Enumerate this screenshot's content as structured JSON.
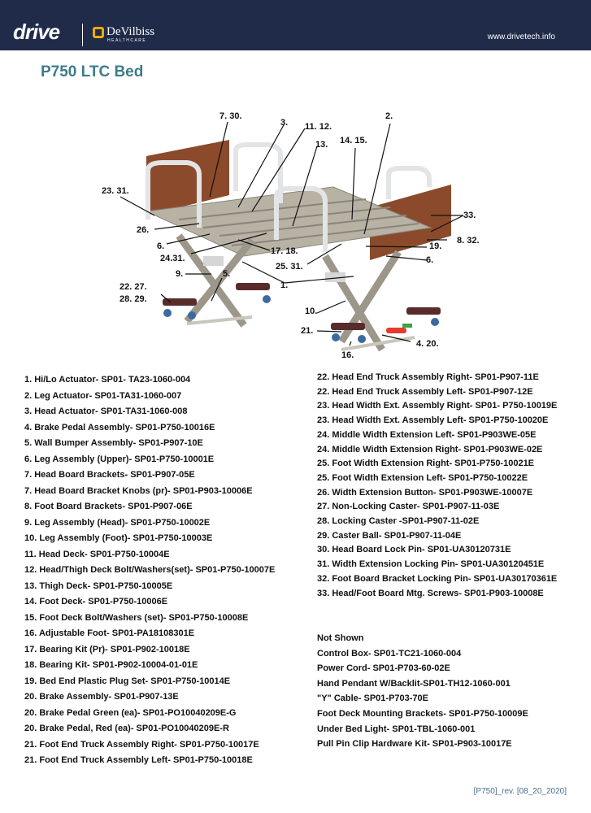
{
  "header": {
    "brand": "drive",
    "partner": "DeVilbiss",
    "partner_sub": "HEALTHCARE",
    "url": "www.drivetech.info"
  },
  "title": "P750 LTC Bed",
  "callouts": [
    "7. 30.",
    "3.",
    "11. 12.",
    "13.",
    "14. 15.",
    "2.",
    "23. 31.",
    "33.",
    "8. 32.",
    "26.",
    "19.",
    "6.",
    "17. 18.",
    "6.",
    "24.31.",
    "25. 31.",
    "9.",
    "5.",
    "1.",
    "22. 27.",
    "28. 29.",
    "10.",
    "21.",
    "4. 20.",
    "16."
  ],
  "parts_left": [
    "1. Hi/Lo Actuator- SP01- TA23-1060-004",
    "2. Leg Actuator- SP01-TA31-1060-007",
    "3. Head Actuator- SP01-TA31-1060-008",
    "4. Brake Pedal Assembly- SP01-P750-10016E",
    "5. Wall Bumper Assembly- SP01-P907-10E",
    "6. Leg Assembly (Upper)- SP01-P750-10001E",
    "7. Head Board Brackets- SP01-P907-05E",
    "7. Head Board Bracket Knobs (pr)- SP01-P903-10006E",
    "8. Foot Board Brackets- SP01-P907-06E",
    "9. Leg Assembly (Head)- SP01-P750-10002E",
    "10. Leg Assembly (Foot)- SP01-P750-10003E",
    "11. Head Deck- SP01-P750-10004E",
    "12. Head/Thigh Deck Bolt/Washers(set)- SP01-P750-10007E",
    "13. Thigh Deck- SP01-P750-10005E",
    "14. Foot Deck- SP01-P750-10006E",
    "15. Foot Deck Bolt/Washers (set)- SP01-P750-10008E",
    "16. Adjustable Foot- SP01-PA18108301E",
    "17. Bearing Kit (Pr)- SP01-P902-10018E",
    "18. Bearing Kit- SP01-P902-10004-01-01E",
    "19. Bed End Plastic Plug Set- SP01-P750-10014E",
    "20. Brake Assembly- SP01-P907-13E",
    "20. Brake Pedal Green (ea)- SP01-PO10040209E-G",
    "20. Brake Pedal, Red (ea)- SP01-PO10040209E-R",
    "21. Foot End Truck Assembly Right- SP01-P750-10017E",
    "21. Foot End Truck Assembly Left- SP01-P750-10018E"
  ],
  "parts_right": [
    "22. Head End Truck Assembly Right- SP01-P907-11E",
    "22. Head End Truck Assembly Left- SP01-P907-12E",
    "23. Head Width Ext. Assembly Right- SP01- P750-10019E",
    "23. Head Width Ext. Assembly Left- SP01-P750-10020E",
    "24. Middle Width Extension Left- SP01-P903WE-05E",
    "24. Middle Width Extension Right- SP01-P903WE-02E",
    "25. Foot Width Extension Right- SP01-P750-10021E",
    "25. Foot Width Extension Left- SP01-P750-10022E",
    "26. Width Extension Button- SP01-P903WE-10007E",
    "27. Non-Locking Caster- SP01-P907-11-03E",
    "28. Locking Caster -SP01-P907-11-02E",
    "29. Caster Ball- SP01-P907-11-04E",
    "30. Head Board Lock Pin- SP01-UA30120731E",
    "31. Width Extension Locking Pin- SP01-UA30120451E",
    "32. Foot Board Bracket Locking Pin- SP01-UA30170361E",
    "33. Head/Foot Board Mtg. Screws- SP01-P903-10008E"
  ],
  "not_shown": {
    "heading": "Not Shown",
    "items": [
      "Control Box- SP01-TC21-1060-004",
      "Power Cord- SP01-P703-60-02E",
      "Hand Pendant W/Backlit-SP01-TH12-1060-001",
      "\"Y\" Cable- SP01-P703-70E",
      "Foot Deck Mounting Brackets- SP01-P750-10009E",
      "Under Bed Light- SP01-TBL-1060-001",
      "Pull Pin Clip Hardware Kit- SP01-P903-10017E"
    ]
  },
  "footer": "[P750]_rev. [08_20_2020]",
  "colors": {
    "header": "#1f2b49",
    "title": "#3d7c88",
    "board": "#8b4a2b",
    "accent": "#f2a900"
  }
}
